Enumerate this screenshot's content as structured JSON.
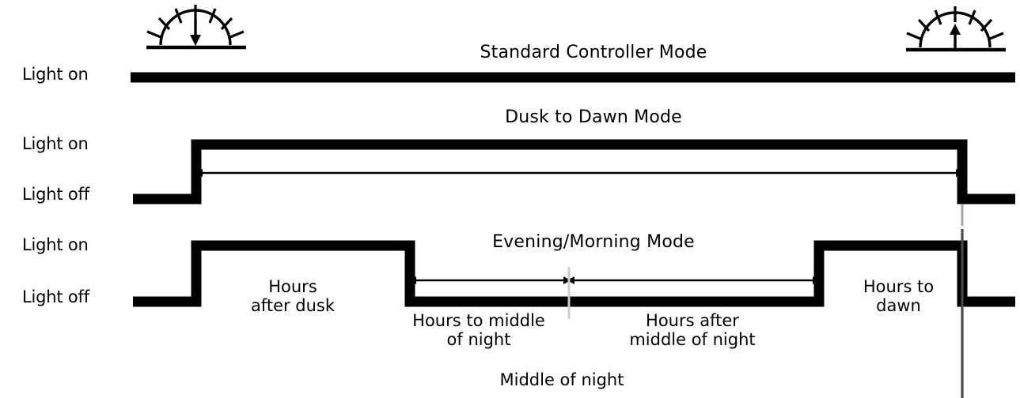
{
  "diagram": {
    "title_top": "Standard Controller Mode",
    "title_middle": "Dusk to Dawn Mode",
    "title_bottom": "Evening/Morning Mode",
    "bottom_caption": "Middle of night",
    "icons": {
      "dusk": "sunset-icon",
      "dawn": "sunrise-icon"
    },
    "colors": {
      "stroke": "#000000",
      "background": "#ffffff",
      "marker": "#a8a8a8"
    },
    "rows": [
      {
        "name": "standard-controller-mode",
        "label_on": "Light on",
        "label_off": ""
      },
      {
        "name": "dusk-to-dawn-mode",
        "label_on": "Light on",
        "label_off": "Light off"
      },
      {
        "name": "evening-morning-mode",
        "label_on": "Light on",
        "label_off": "Light off"
      }
    ],
    "span_labels": [
      {
        "name": "hours-after-dusk",
        "text": "Hours\nafter dusk"
      },
      {
        "name": "hours-to-middle-of-night",
        "text": "Hours to middle\nof night"
      },
      {
        "name": "hours-after-middle-of-night",
        "text": "Hours after\nmiddle of night"
      },
      {
        "name": "hours-to-dawn",
        "text": "Hours to\ndawn"
      }
    ]
  }
}
